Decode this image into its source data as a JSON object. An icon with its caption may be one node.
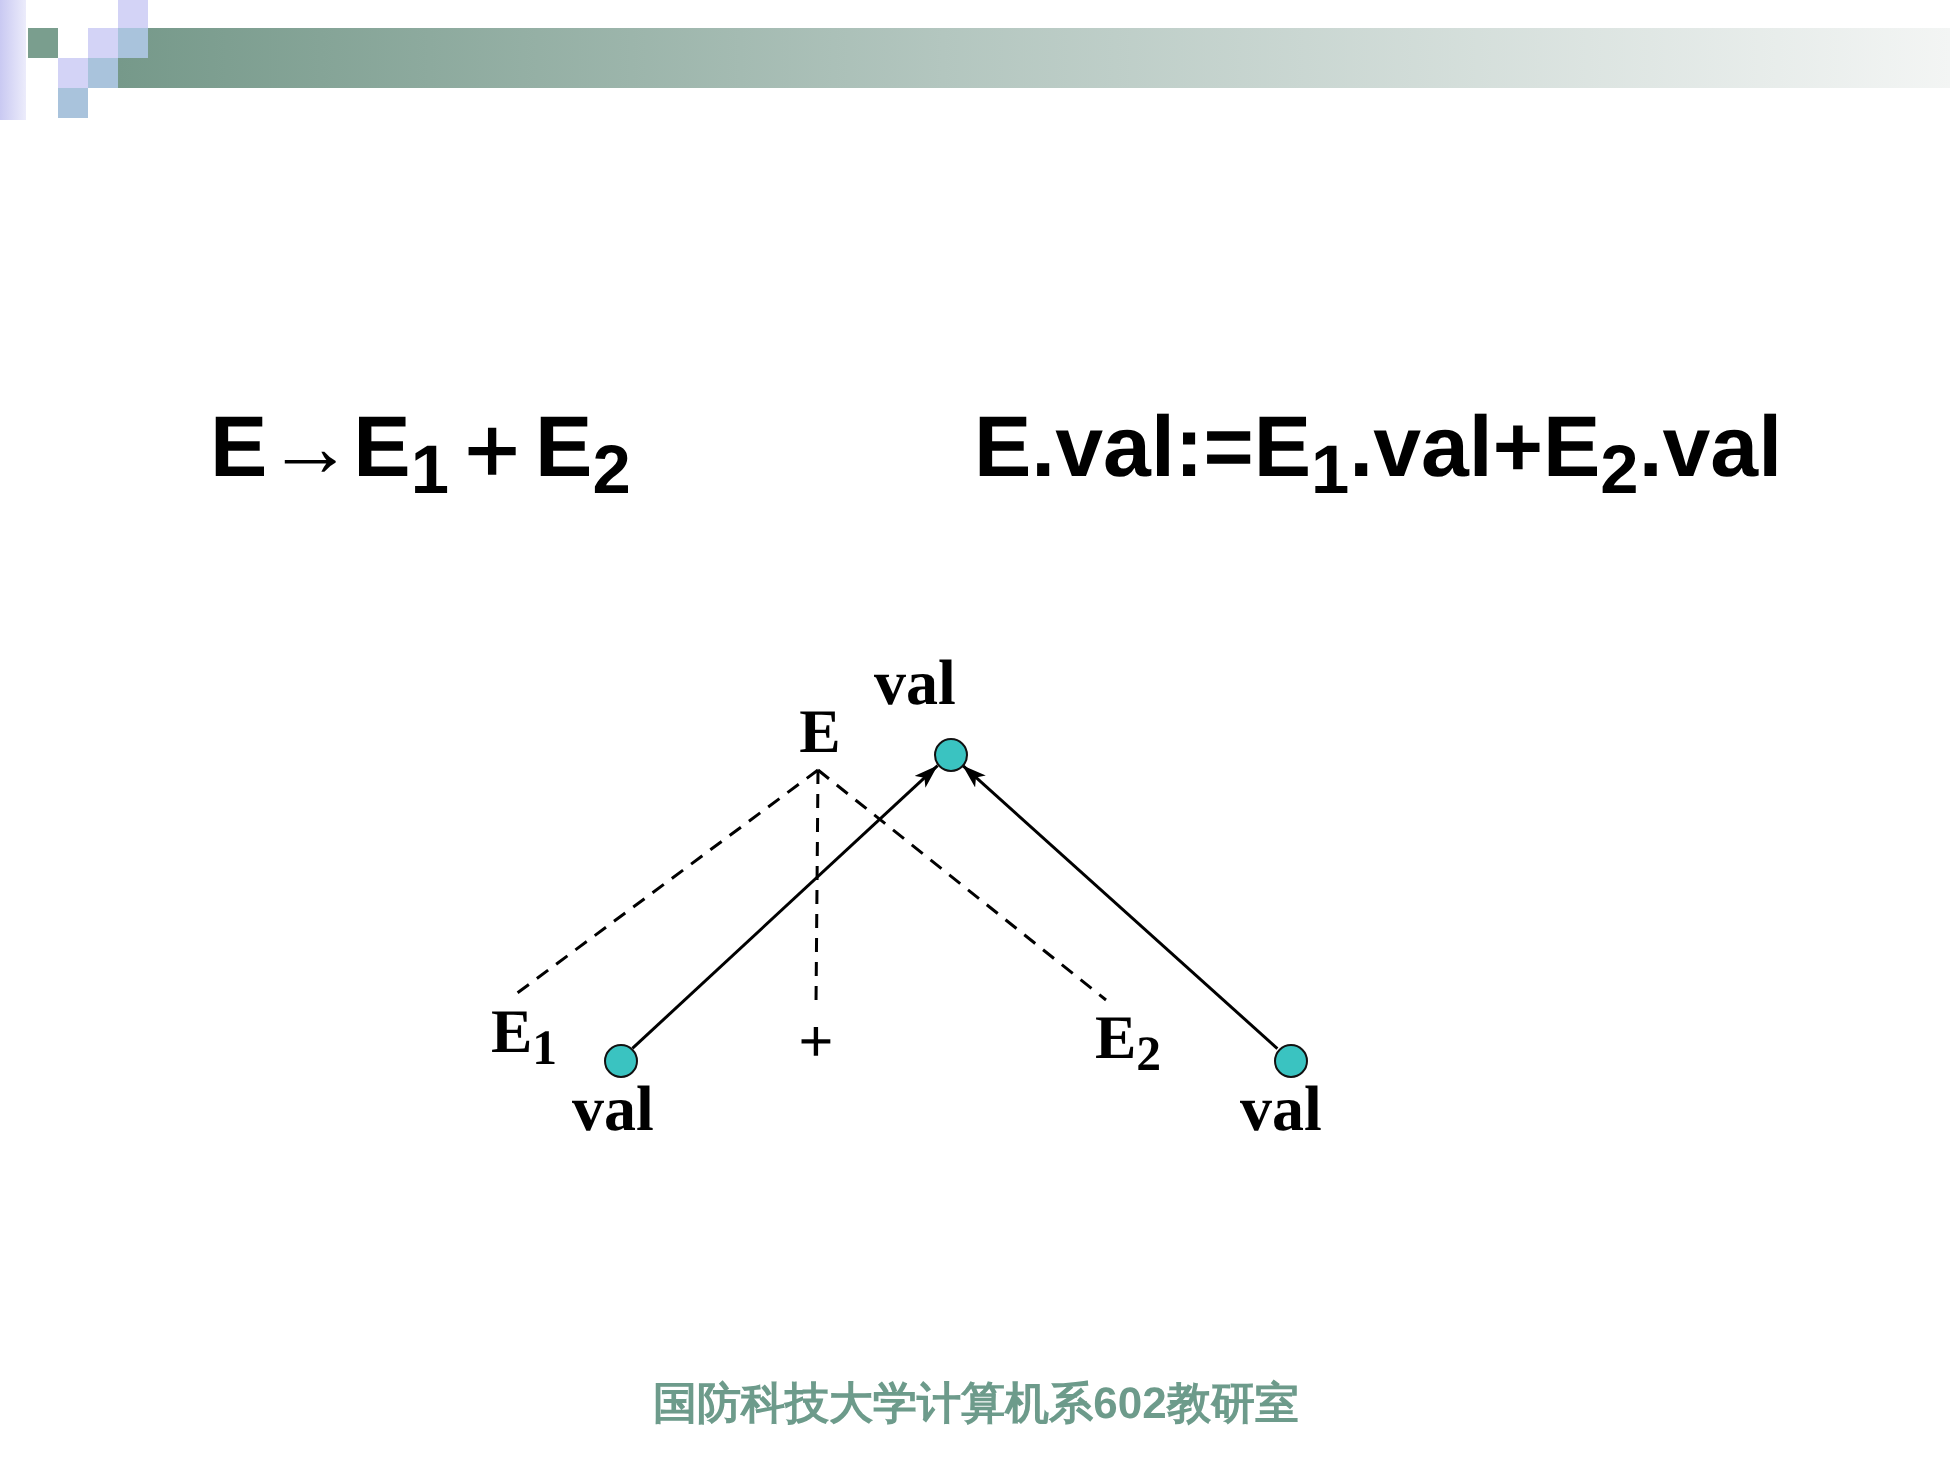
{
  "diagram": {
    "nodes": [
      {
        "text": [
          "E"
        ]
      },
      {
        "text": [],
        "shape": "circle",
        "beside": [
          "val"
        ]
      },
      {
        "text": [
          "E$_{1}$"
        ]
      },
      {
        "text": [],
        "shape": "circle",
        "beside": [
          "val"
        ]
      },
      {
        "text": [
          "+"
        ]
      },
      {
        "text": [
          "E$_{2}$"
        ]
      },
      {
        "text": [],
        "shape": "circle",
        "beside": [
          "val"
        ]
      }
    ],
    "edges": [
      {
        "from": 0,
        "to": 2,
        "arrow": "none",
        "style": "dashed"
      },
      {
        "from": 0,
        "to": 4,
        "arrow": "none",
        "style": "dashed"
      },
      {
        "from": 0,
        "to": 5,
        "arrow": "none",
        "style": "dashed"
      },
      {
        "from": 3,
        "to": 1,
        "arrow": "to"
      },
      {
        "from": 6,
        "to": 1,
        "arrow": "to"
      }
    ],
    "labels": [
      "E→E$_{1}$＋E$_{2}$",
      "E.val:=E$_{1}$.val+E$_{2}$.val",
      "国防科技大学计算机系602教研室"
    ]
  }
}
